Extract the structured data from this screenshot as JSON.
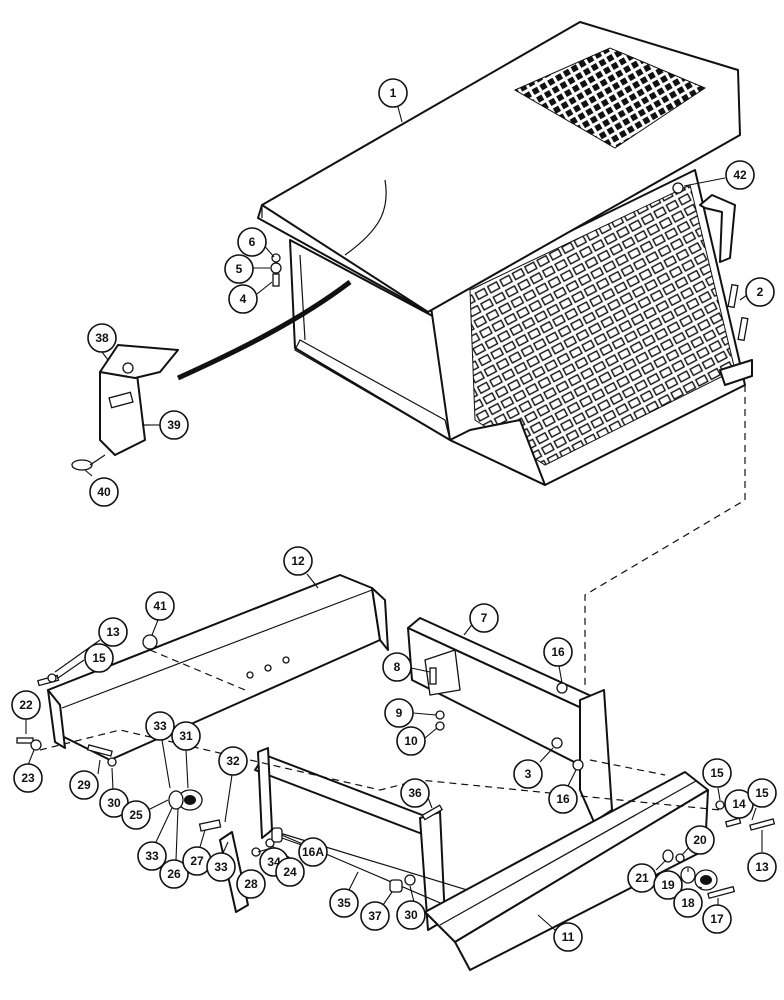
{
  "callout_labels": {
    "c1": "1",
    "c2": "2",
    "c3": "3",
    "c4": "4",
    "c5": "5",
    "c6": "6",
    "c7": "7",
    "c8": "8",
    "c9": "9",
    "c10": "10",
    "c11": "11",
    "c12": "12",
    "c13a": "13",
    "c13b": "13",
    "c14": "14",
    "c15a": "15",
    "c15b": "15",
    "c15c": "15",
    "c16a": "16",
    "c16b": "16",
    "c16A": "16A",
    "c17": "17",
    "c18": "18",
    "c19": "19",
    "c20": "20",
    "c21": "21",
    "c22": "22",
    "c23": "23",
    "c24": "24",
    "c25": "25",
    "c26": "26",
    "c27": "27",
    "c28": "28",
    "c29": "29",
    "c30a": "30",
    "c30b": "30",
    "c31": "31",
    "c32": "32",
    "c33a": "33",
    "c33b": "33",
    "c33c": "33",
    "c34": "34",
    "c35": "35",
    "c36": "36",
    "c37": "37",
    "c38": "38",
    "c39": "39",
    "c40": "40",
    "c41": "41",
    "c42": "42"
  }
}
